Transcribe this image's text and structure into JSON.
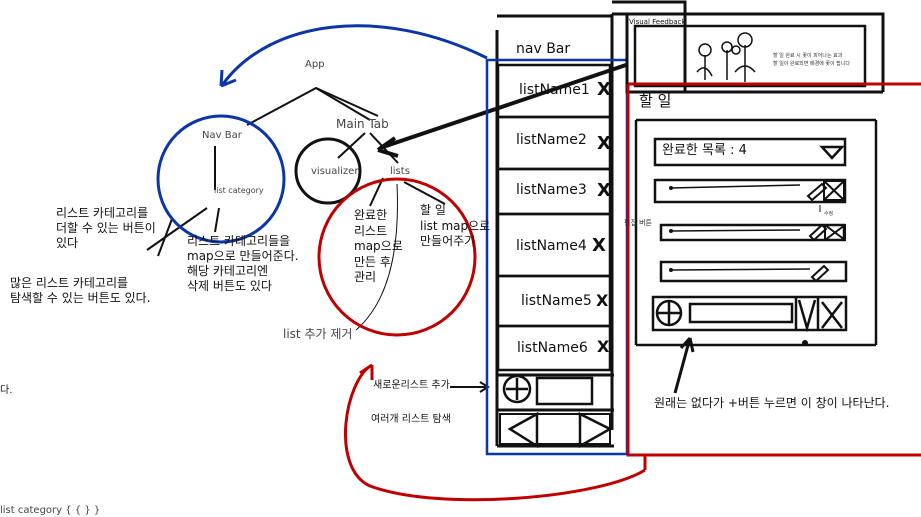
{
  "tree": {
    "app": "App",
    "nav_bar": "Nav Bar",
    "main_tab": "Main Tab",
    "visualizer": "visualizer",
    "lists": "lists",
    "list_category": "list category"
  },
  "notes": {
    "nav_add_button": "리스트 카테고리를\n더할 수 있는 버튼이\n있다",
    "nav_map": "리스트 카테고리들을\nmap으로 만들어준다.\n해당 카테고리엔\n삭제 버튼도 있다",
    "nav_explore": "많은 리스트 카테고리를\n탐색할 수 있는 버튼도 있다.",
    "completed": "완료한\n리스트\nmap으로\n만든 후\n관리",
    "todo": "할 일\nlist map으로\n만들어주기",
    "list_add_remove": "list 추가 제거",
    "new_list_add": "새로운리스트 추가",
    "multi_list_explore": "여러개 리스트 탐색",
    "cut_left": "다.",
    "cut_bottom": "list  category  {  {  }  }"
  },
  "nav": {
    "title": "nav Bar",
    "items": [
      {
        "label": "listName1",
        "close": "X"
      },
      {
        "label": "listName2",
        "close": "X"
      },
      {
        "label": "listName3",
        "close": "X"
      },
      {
        "label": "listName4",
        "close": "X"
      },
      {
        "label": "listName5",
        "close": "X"
      },
      {
        "label": "listName6",
        "close": "X"
      }
    ],
    "add_icon": "plus-circle-icon",
    "nav_prev_icon": "arrow-left-icon",
    "nav_next_icon": "arrow-right-icon"
  },
  "visual_feedback": {
    "title": "Visual Feedback",
    "text_line1": "할 일 완료 시 꽃이 피어나는 효과",
    "text_line2": "할 일이 완료되면 배경에 꽃이 핍니다"
  },
  "todo_panel": {
    "title": "할 일",
    "completed_label": "완료한 목록 : 4",
    "side_note": "편집 버튼",
    "small_note": "수정",
    "check_icon": "check-icon",
    "cancel_icon": "x-icon",
    "bottom_note": "원래는 없다가 +버튼 누르면 이 창이 나타난다."
  },
  "colors": {
    "blue": "#0b35a8",
    "red": "#c00000",
    "ink": "#111111"
  }
}
